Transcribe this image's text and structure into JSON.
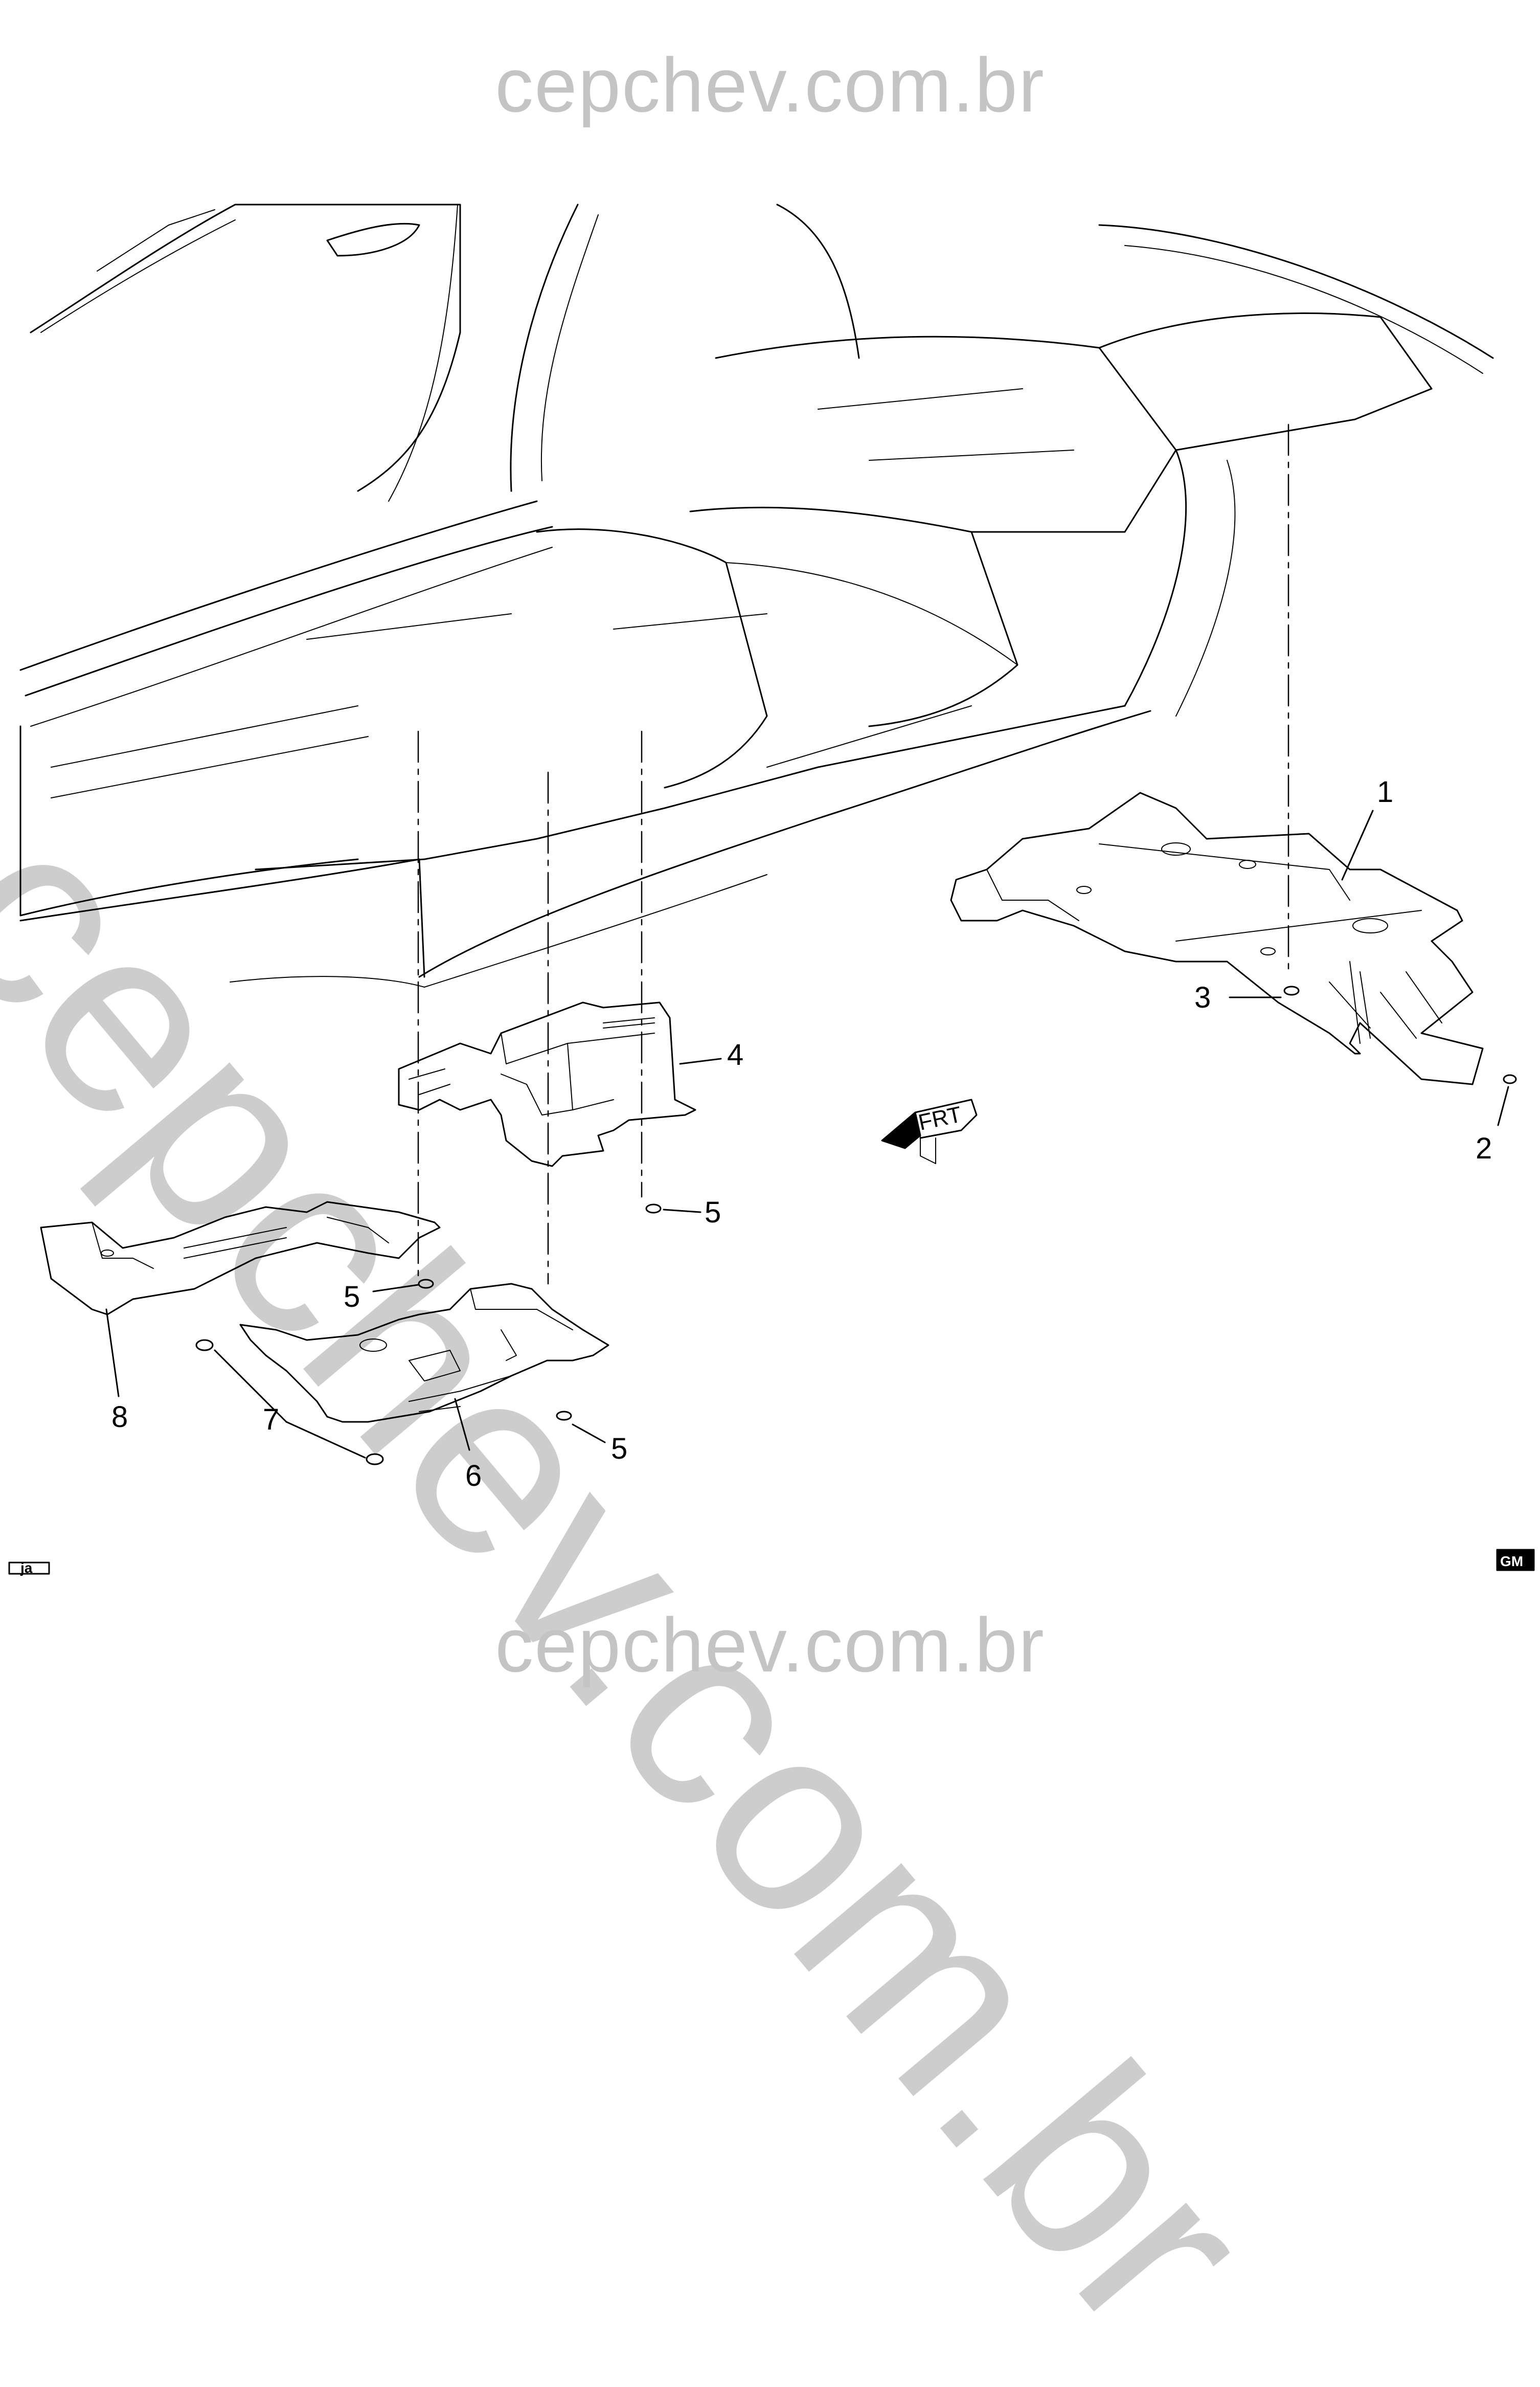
{
  "watermark": {
    "top": "cepchev.com.br",
    "bottom": "cepchev.com.br",
    "diagonal": "cepchev.com.br"
  },
  "callouts": {
    "c1": "1",
    "c2": "2",
    "c3": "3",
    "c4": "4",
    "c5a": "5",
    "c5b": "5",
    "c5c": "5",
    "c6": "6",
    "c7": "7",
    "c8": "8"
  },
  "frt_label": "FRT",
  "corner_left": "ja",
  "corner_right": "GM",
  "colors": {
    "line": "#000000",
    "watermark": "#c4c4c4"
  }
}
